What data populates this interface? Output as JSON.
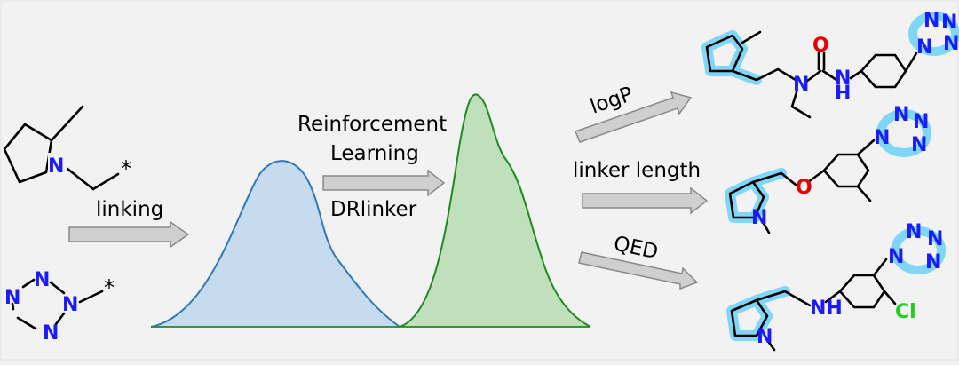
{
  "labels": {
    "linking": "linking",
    "reinforcement": "Reinforcement",
    "learning": "Learning",
    "drlinker": "DRlinker",
    "logp": "logP",
    "linker_length": "linker length",
    "qed": "QED"
  },
  "atoms": {
    "n": "N",
    "star": "*",
    "o": "O",
    "h": "H",
    "cl": "Cl"
  },
  "colors": {
    "nitrogen": "#1a1aff",
    "oxygen": "#e60000",
    "chlorine": "#22cc22",
    "highlight": "#7fd6f7",
    "blue_fill": "#c7dbee",
    "blue_line": "#2f78b8",
    "green_fill": "#bfe0bb",
    "green_line": "#1f8a1f",
    "arrow_fill": "#cfcfcf",
    "arrow_line": "#8a8a8a",
    "background": "#f2f2f2"
  }
}
